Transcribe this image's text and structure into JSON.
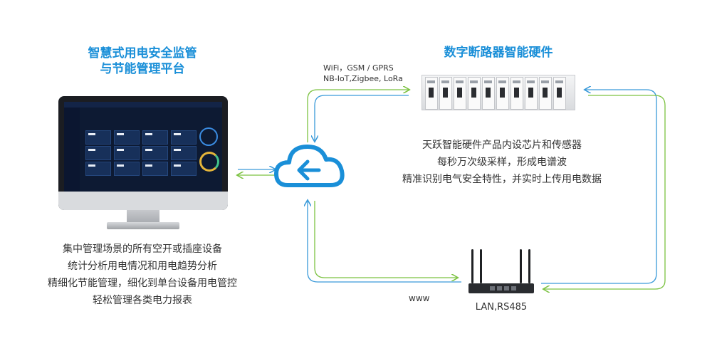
{
  "platform": {
    "title_line1": "智慧式用电安全监管",
    "title_line2": "与节能管理平台",
    "desc": [
      "集中管理场景的所有空开或插座设备",
      "统计分析用电情况和用电趋势分析",
      "精细化节能管理，细化到单台设备用电管控",
      "轻松管理各类电力报表"
    ]
  },
  "hardware": {
    "title": "数字断路器智能硬件",
    "desc": [
      "天跃智能硬件产品内设芯片和传感器",
      "每秒万次级采样，形成电谱波",
      "精准识别电气安全特性，并实时上传用电数据"
    ]
  },
  "protocols": {
    "line1": "WiFi，GSM / GPRS",
    "line2": "NB-IoT,Zigbee, LoRa"
  },
  "router": {
    "label": "LAN,RS485"
  },
  "www_label": "www",
  "colors": {
    "title_blue": "#1a8fd8",
    "cloud_blue": "#1a8fd8",
    "arrow_green": "#7cc242",
    "arrow_blue": "#3a9ad9"
  },
  "icons": [
    "cloud-icon",
    "arrow-left-icon",
    "monitor-icon",
    "breaker-icon",
    "router-icon"
  ]
}
